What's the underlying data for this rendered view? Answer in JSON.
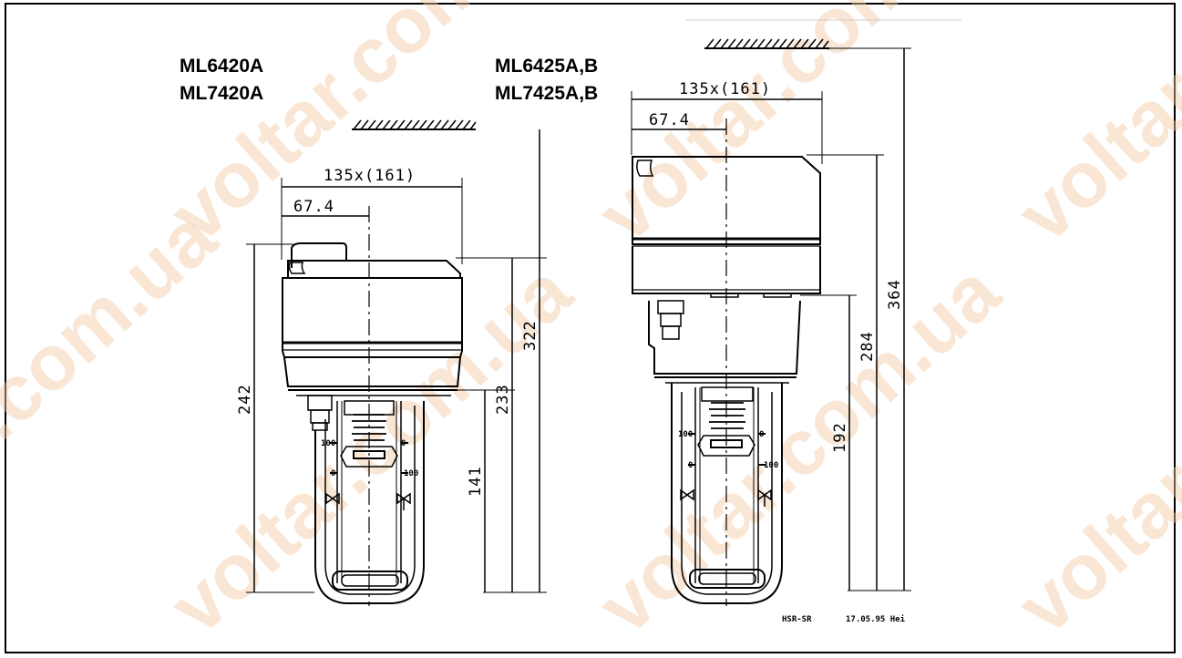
{
  "models": {
    "left_line1": "ML6420A",
    "left_line2": "ML7420A",
    "right_line1": "ML6425A,B",
    "right_line2": "ML7425A,B"
  },
  "left_dims": {
    "width": "135x(161)",
    "center": "67.4",
    "total_height": "322",
    "body_height": "242",
    "mount_height": "233",
    "stem_height": "141"
  },
  "right_dims": {
    "width": "135x(161)",
    "center": "67.4",
    "total_height": "364",
    "body_height": "284",
    "stem_height": "192"
  },
  "scale": {
    "max": "100",
    "min": "0"
  },
  "footer": {
    "code": "HSR-SR",
    "date": "17.05.95 Hei"
  },
  "watermark": {
    "text": "voltar.com.ua"
  },
  "colors": {
    "watermark": "#f2c9a4",
    "line": "#000000"
  }
}
